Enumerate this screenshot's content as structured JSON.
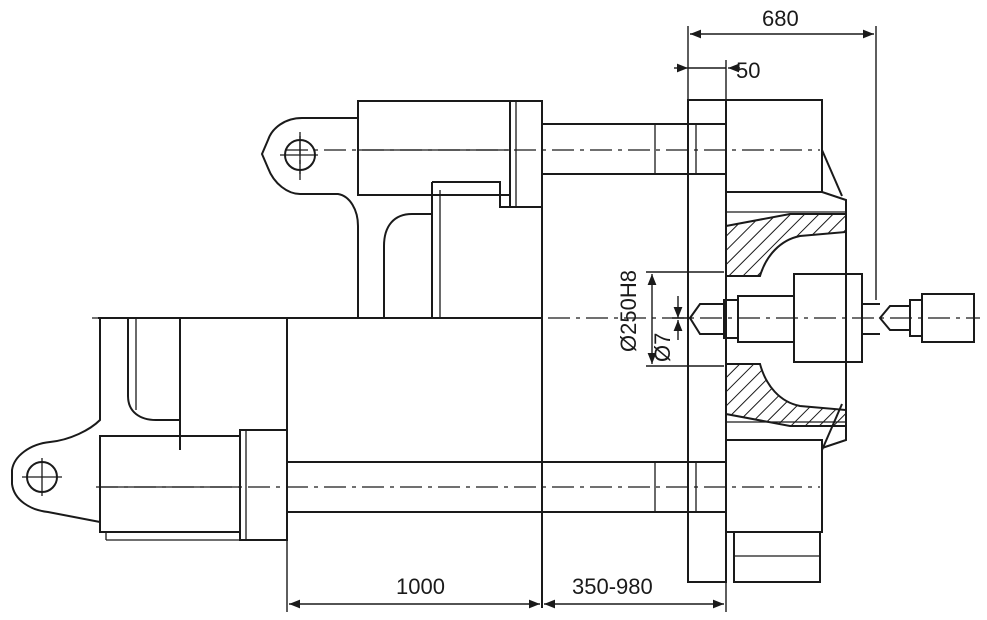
{
  "dimensions": {
    "total_length": "680",
    "platen_offset": "50",
    "stroke": "1000",
    "mold_height_range": "350-980",
    "bore_diameter": "Ø250H8",
    "nozzle_diameter": "Ø7"
  }
}
